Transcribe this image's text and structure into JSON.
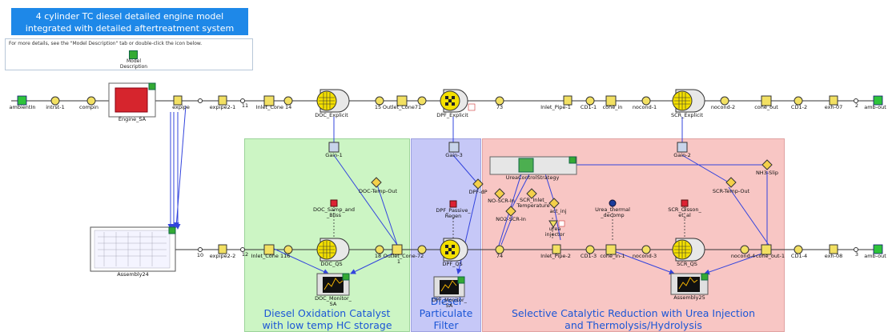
{
  "header": {
    "title_line1": "4 cylinder TC diesel detailed engine model",
    "title_line2": "integrated with detailed aftertreatment system"
  },
  "description": {
    "hint": "For more details, see the \"Model  Description\" tab or double-click the icon below.",
    "icon_line1": "Model",
    "icon_line2": "Description"
  },
  "regions": {
    "doc": {
      "line1": "Diesel Oxidation Catalyst",
      "line2": "with low temp HC storage"
    },
    "dpf": {
      "line1": "Diesel",
      "line2": "Particulate",
      "line3": "Filter"
    },
    "scr": {
      "line1": "Selective Catalytic Reduction with Urea Injection",
      "line2": "and Thermolysis/Hydrolysis"
    }
  },
  "labels": {
    "ambientIn": "ambientIn",
    "intrst1": "intrst-1",
    "compin": "compin",
    "engine": "Engine_SA",
    "expipe": "expipe",
    "expipe21": "expipe2-1",
    "n11": "11",
    "inletcone14": "Inlet_Cone 14",
    "docexplicit": "DOC_Explicit",
    "n15": "15",
    "outletcone71": "Outlet_Cone71",
    "dpfexplicit": "DPF_Explicit",
    "n73": "73",
    "inletpipe1": "Inlet_Pipe-1",
    "cd11": "CD1-1",
    "conein": "cone_in",
    "nocond1": "nocond-1",
    "screxplicit": "SCR_Explicit",
    "nocond2": "nocond-2",
    "coneout": "cone_out",
    "cd12": "CD1-2",
    "exh07": "exh-07",
    "n2": "2",
    "ambout1": "amb-out",
    "gain1": "Gain-1",
    "gain2": "Gain-2",
    "gain3": "Gain-3",
    "docTempOut": "DOC-Temp-Out",
    "ureaCtrl": "UreaControlStrategy",
    "nh3slip": "NH3-Slip",
    "scrTempOut": "SCR-Temp-Out",
    "dpfdp": "DPF-dP",
    "noscrin": "NO-SCR-In",
    "scrinlettemp_1": "SCR_Inlet_",
    "scrinlettemp_2": "Temperature",
    "actinj": "act_inj",
    "no2scrin": "NO2-SCR-In",
    "docsamp_1": "DOC_Samp_and",
    "docsamp_2": "_Bliss",
    "dpfpassive_1": "DPF_Passive_",
    "dpfpassive_2": "Regen",
    "ureathermal_1": "Urea_thermal",
    "ureathermal_2": "_decomp",
    "scrolsson_1": "SCR_Olsson_",
    "scrolsson_2": "et_al",
    "ureainj_1": "urea",
    "ureainj_2": "injector",
    "assembly24": "Assembly24",
    "n10": "10",
    "expipe22": "expipe2-2",
    "n12": "12",
    "inletcone116": "Inlet_Cone 116",
    "docqs": "DOC_QS",
    "n18": "18",
    "outletcone72": "Outlet_Cone-72",
    "n1": "1",
    "dpfqs": "DPF_QS",
    "n74": "74",
    "inletpipe2": "Inlet_Pipe-2",
    "cd13": "CD1-3",
    "conein1": "cone_in-1",
    "nocond3": "nocond-3",
    "scrqs": "SCR_QS",
    "nocond4": "nocond-4",
    "coneout1": "cone_out-1",
    "cd14": "CD1-4",
    "exh08": "exh-08",
    "n3": "3",
    "ambout2": "amb-out",
    "docmon_1": "DOC_Monitor_",
    "docmon_2": "SA",
    "dpfmon_1": "DPF_Monitor_",
    "dpfmon_2": "SA",
    "assembly25": "Assembly25"
  },
  "colors": {
    "title_bg": "#1e88e8",
    "doc_region": "#ccf5c4",
    "dpf_region": "#c6c8f7",
    "scr_region": "#f8c6c4",
    "signal_line": "#3344dd",
    "flow_line": "#333333",
    "region_text": "#1b56d6"
  }
}
